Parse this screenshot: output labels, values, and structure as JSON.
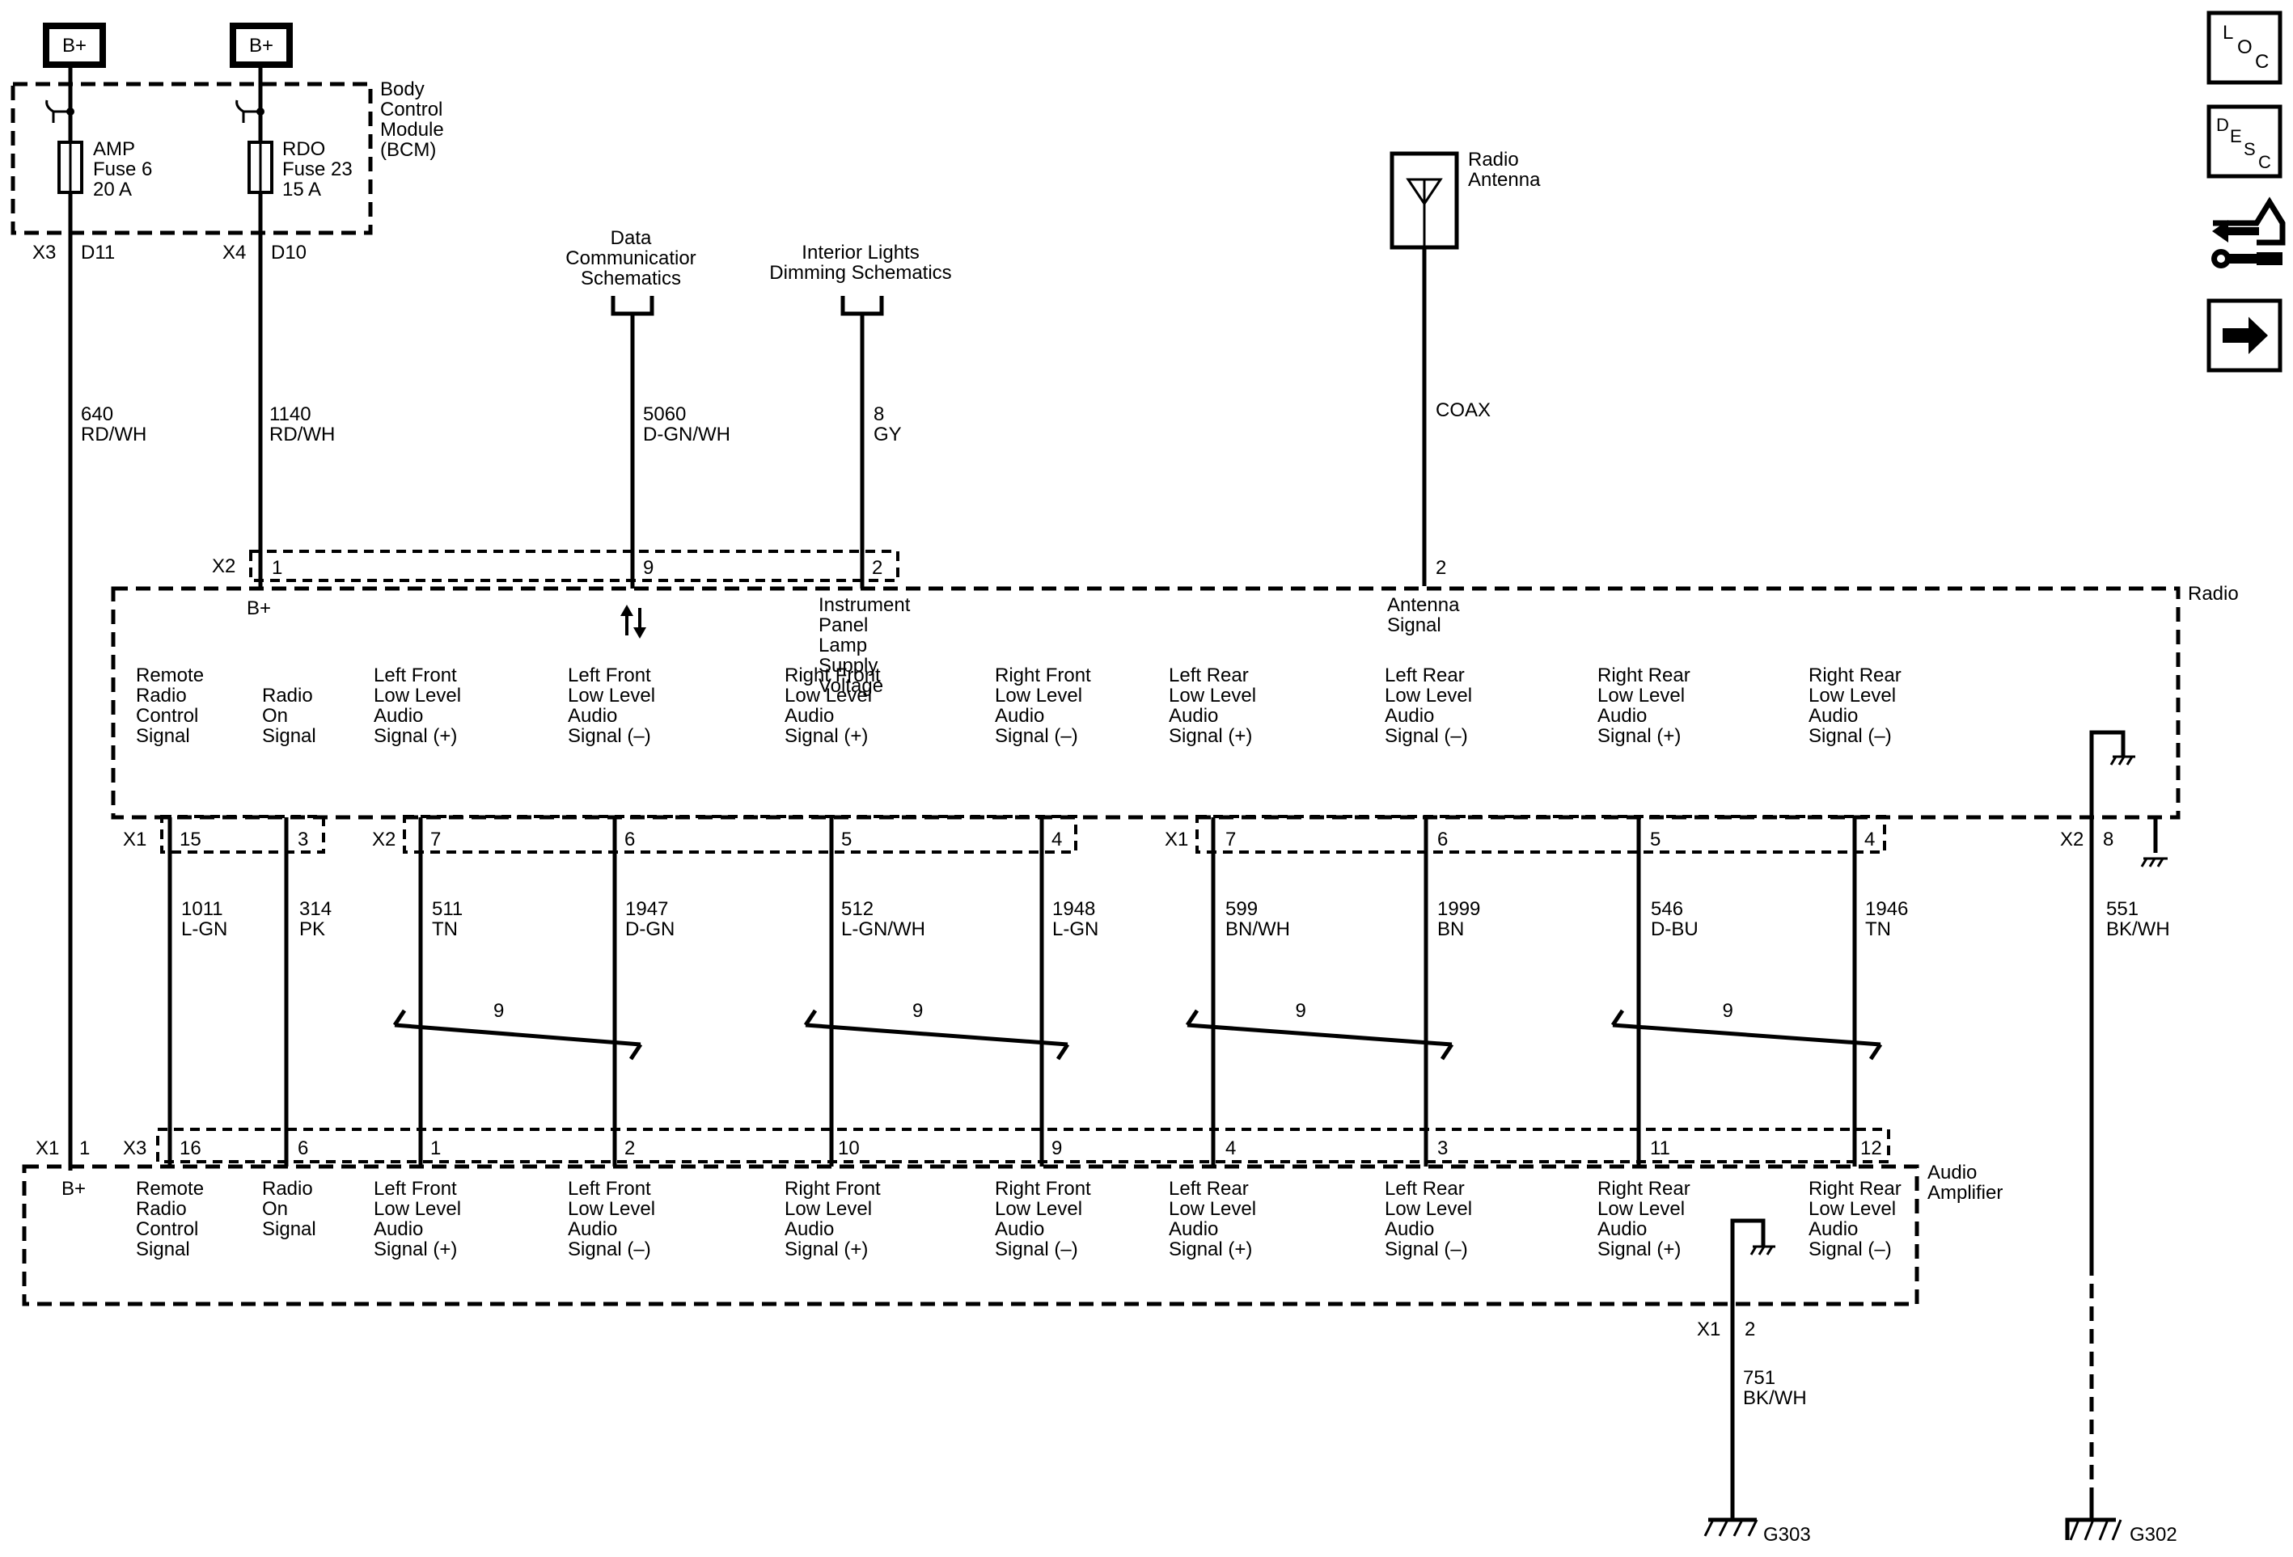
{
  "bplus": [
    "B+",
    "B+"
  ],
  "bcm": {
    "label": [
      "Body",
      "Control",
      "Module",
      "(BCM)"
    ]
  },
  "fuses": [
    {
      "lines": [
        "AMP",
        "Fuse 6",
        "20 A"
      ]
    },
    {
      "lines": [
        "RDO",
        "Fuse 23",
        "15 A"
      ]
    }
  ],
  "bcm_pins": [
    {
      "conn": "X3",
      "pin": "D11"
    },
    {
      "conn": "X4",
      "pin": "D10"
    }
  ],
  "wires_top": [
    {
      "circuit": "640",
      "color": "RD/WH"
    },
    {
      "circuit": "1140",
      "color": "RD/WH"
    },
    {
      "circuit": "5060",
      "color": "D-GN/WH"
    },
    {
      "circuit": "8",
      "color": "GY"
    }
  ],
  "refs": [
    {
      "lines": [
        "Data",
        "Communicatior",
        "Schematics"
      ]
    },
    {
      "lines": [
        "Interior Lights",
        "Dimming Schematics"
      ]
    }
  ],
  "antenna": {
    "label": [
      "Radio",
      "Antenna"
    ],
    "wire": "COAX",
    "pin": "2",
    "signal": [
      "Antenna",
      "Signal"
    ]
  },
  "radio": {
    "label": "Radio",
    "x2_conn": "X2",
    "x2_pins": [
      "1",
      "9",
      "2"
    ],
    "bplus": "B+",
    "ip_lamp": [
      "Instrument",
      "Panel",
      "Lamp",
      "Supply",
      "Voltage"
    ],
    "signals": [
      [
        "Remote",
        "Radio",
        "Control",
        "Signal"
      ],
      [
        "Radio",
        "On",
        "Signal"
      ],
      [
        "Left Front",
        "Low Level",
        "Audio",
        "Signal (+)"
      ],
      [
        "Left Front",
        "Low Level",
        "Audio",
        "Signal (–)"
      ],
      [
        "Right Front",
        "Low Level",
        "Audio",
        "Signal (+)"
      ],
      [
        "Right Front",
        "Low Level",
        "Audio",
        "Signal (–)"
      ],
      [
        "Left Rear",
        "Low Level",
        "Audio",
        "Signal (+)"
      ],
      [
        "Left Rear",
        "Low Level",
        "Audio",
        "Signal (–)"
      ],
      [
        "Right Rear",
        "Low Level",
        "Audio",
        "Signal (+)"
      ],
      [
        "Right Rear",
        "Low Level",
        "Audio",
        "Signal (–)"
      ]
    ],
    "bottom_conns": [
      "X1",
      "X2",
      "X1",
      "X2"
    ],
    "bottom_pins": [
      "15",
      "3",
      "7",
      "6",
      "5",
      "4",
      "7",
      "6",
      "5",
      "4",
      "8"
    ]
  },
  "mid_wires": [
    {
      "circuit": "1011",
      "color": "L-GN"
    },
    {
      "circuit": "314",
      "color": "PK"
    },
    {
      "circuit": "511",
      "color": "TN"
    },
    {
      "circuit": "1947",
      "color": "D-GN"
    },
    {
      "circuit": "512",
      "color": "L-GN/WH"
    },
    {
      "circuit": "1948",
      "color": "L-GN"
    },
    {
      "circuit": "599",
      "color": "BN/WH"
    },
    {
      "circuit": "1999",
      "color": "BN"
    },
    {
      "circuit": "546",
      "color": "D-BU"
    },
    {
      "circuit": "1946",
      "color": "TN"
    },
    {
      "circuit": "551",
      "color": "BK/WH"
    }
  ],
  "twist_label": "9",
  "amp": {
    "label": [
      "Audio",
      "Amplifier"
    ],
    "x1_conn": "X1",
    "x1_pin": "1",
    "x3_conn": "X3",
    "bplus": "B+",
    "pins": [
      "16",
      "6",
      "1",
      "2",
      "10",
      "9",
      "4",
      "3",
      "11",
      "12"
    ],
    "gnd_conn": "X1",
    "gnd_pin": "2"
  },
  "ground_wire": {
    "circuit": "751",
    "color": "BK/WH"
  },
  "grounds": [
    "G303",
    "G302"
  ],
  "side_icons": [
    "loc-icon",
    "desc-icon",
    "connector-repair-icon",
    "next-arrow-icon"
  ]
}
